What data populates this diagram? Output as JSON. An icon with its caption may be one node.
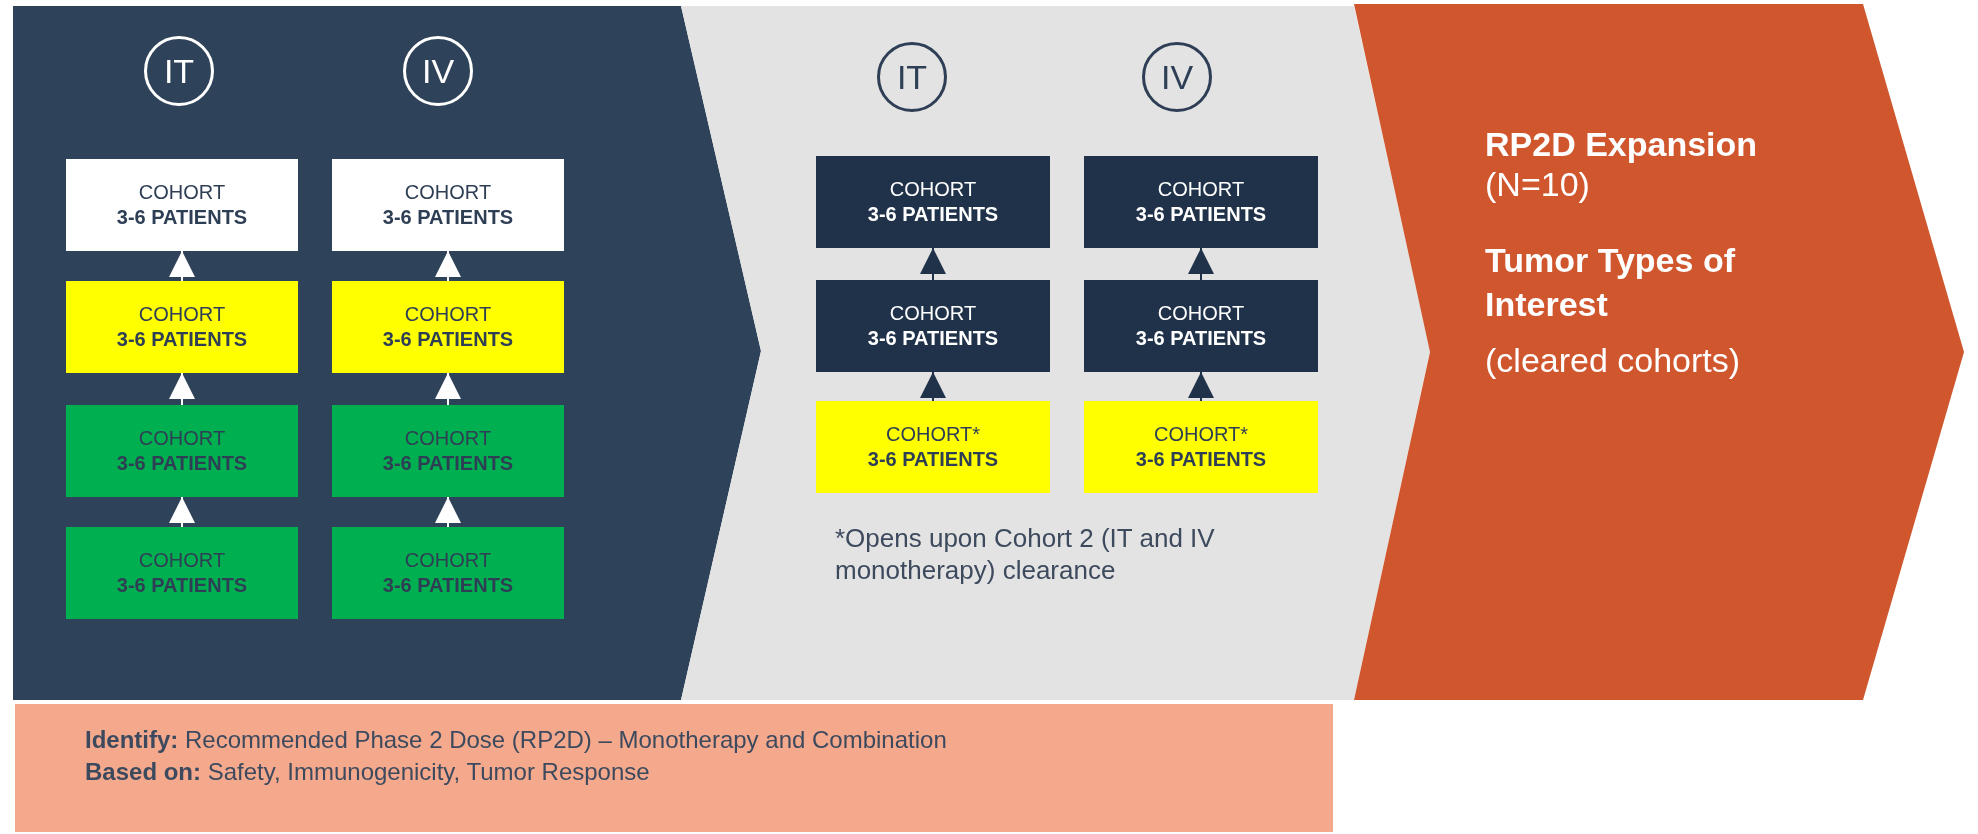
{
  "diagram": {
    "nodes": [
      {
        "text": [],
        "shape": "chevron"
      },
      {
        "text": [
          "IT"
        ],
        "in": 0
      },
      {
        "text": [
          "IV"
        ],
        "in": 0
      },
      {
        "text": [
          "COHORT",
          "3-6 PATIENTS"
        ],
        "in": 0
      },
      {
        "text": [
          "COHORT",
          "3-6 PATIENTS"
        ],
        "in": 0
      },
      {
        "text": [
          "COHORT",
          "3-6 PATIENTS"
        ],
        "in": 0
      },
      {
        "text": [
          "COHORT",
          "3-6 PATIENTS"
        ],
        "in": 0
      },
      {
        "text": [
          "COHORT",
          "3-6 PATIENTS"
        ],
        "in": 0
      },
      {
        "text": [
          "COHORT",
          "3-6 PATIENTS"
        ],
        "in": 0
      },
      {
        "text": [
          "COHORT",
          "3-6 PATIENTS"
        ],
        "in": 0
      },
      {
        "text": [
          "COHORT",
          "3-6 PATIENTS"
        ],
        "in": 0
      },
      {
        "text": [],
        "shape": "chevron"
      },
      {
        "text": [
          "IT"
        ],
        "in": 11
      },
      {
        "text": [
          "IV"
        ],
        "in": 11
      },
      {
        "text": [
          "COHORT",
          "3-6 PATIENTS"
        ],
        "in": 11
      },
      {
        "text": [
          "COHORT",
          "3-6 PATIENTS"
        ],
        "in": 11
      },
      {
        "text": [
          "COHORT",
          "3-6 PATIENTS"
        ],
        "in": 11
      },
      {
        "text": [
          "COHORT",
          "3-6 PATIENTS"
        ],
        "in": 11
      },
      {
        "text": [
          "COHORT*",
          "3-6 PATIENTS"
        ],
        "in": 11
      },
      {
        "text": [
          "COHORT*",
          "3-6 PATIENTS"
        ],
        "in": 11
      },
      {
        "text": [
          "RP2D Expansion",
          "(N=10)",
          "Tumor Types of Interest",
          "(cleared cohorts)"
        ]
      },
      {
        "text": [
          "**Identify:** Recommended Phase 2 Dose (RP2D) – Monotherapy and Combination",
          "**Based on:** Safety, Immunogenicity, Tumor Response"
        ]
      }
    ],
    "edges": [
      {
        "from": 5,
        "to": 3,
        "arrow": "to"
      },
      {
        "from": 6,
        "to": 4,
        "arrow": "to"
      },
      {
        "from": 7,
        "to": 5,
        "arrow": "to"
      },
      {
        "from": 8,
        "to": 6,
        "arrow": "to"
      },
      {
        "from": 9,
        "to": 7,
        "arrow": "to"
      },
      {
        "from": 10,
        "to": 8,
        "arrow": "to"
      },
      {
        "from": 16,
        "to": 14,
        "arrow": "to",
        "color": "#1f3249"
      },
      {
        "from": 17,
        "to": 15,
        "arrow": "to",
        "color": "#1f3249"
      },
      {
        "from": 18,
        "to": 16,
        "arrow": "to",
        "color": "#1f3249"
      },
      {
        "from": 19,
        "to": 17,
        "arrow": "to",
        "color": "#1f3249"
      }
    ],
    "labels": [
      "*Opens upon Cohort 2 (IT and IV monotherapy) clearance"
    ]
  }
}
